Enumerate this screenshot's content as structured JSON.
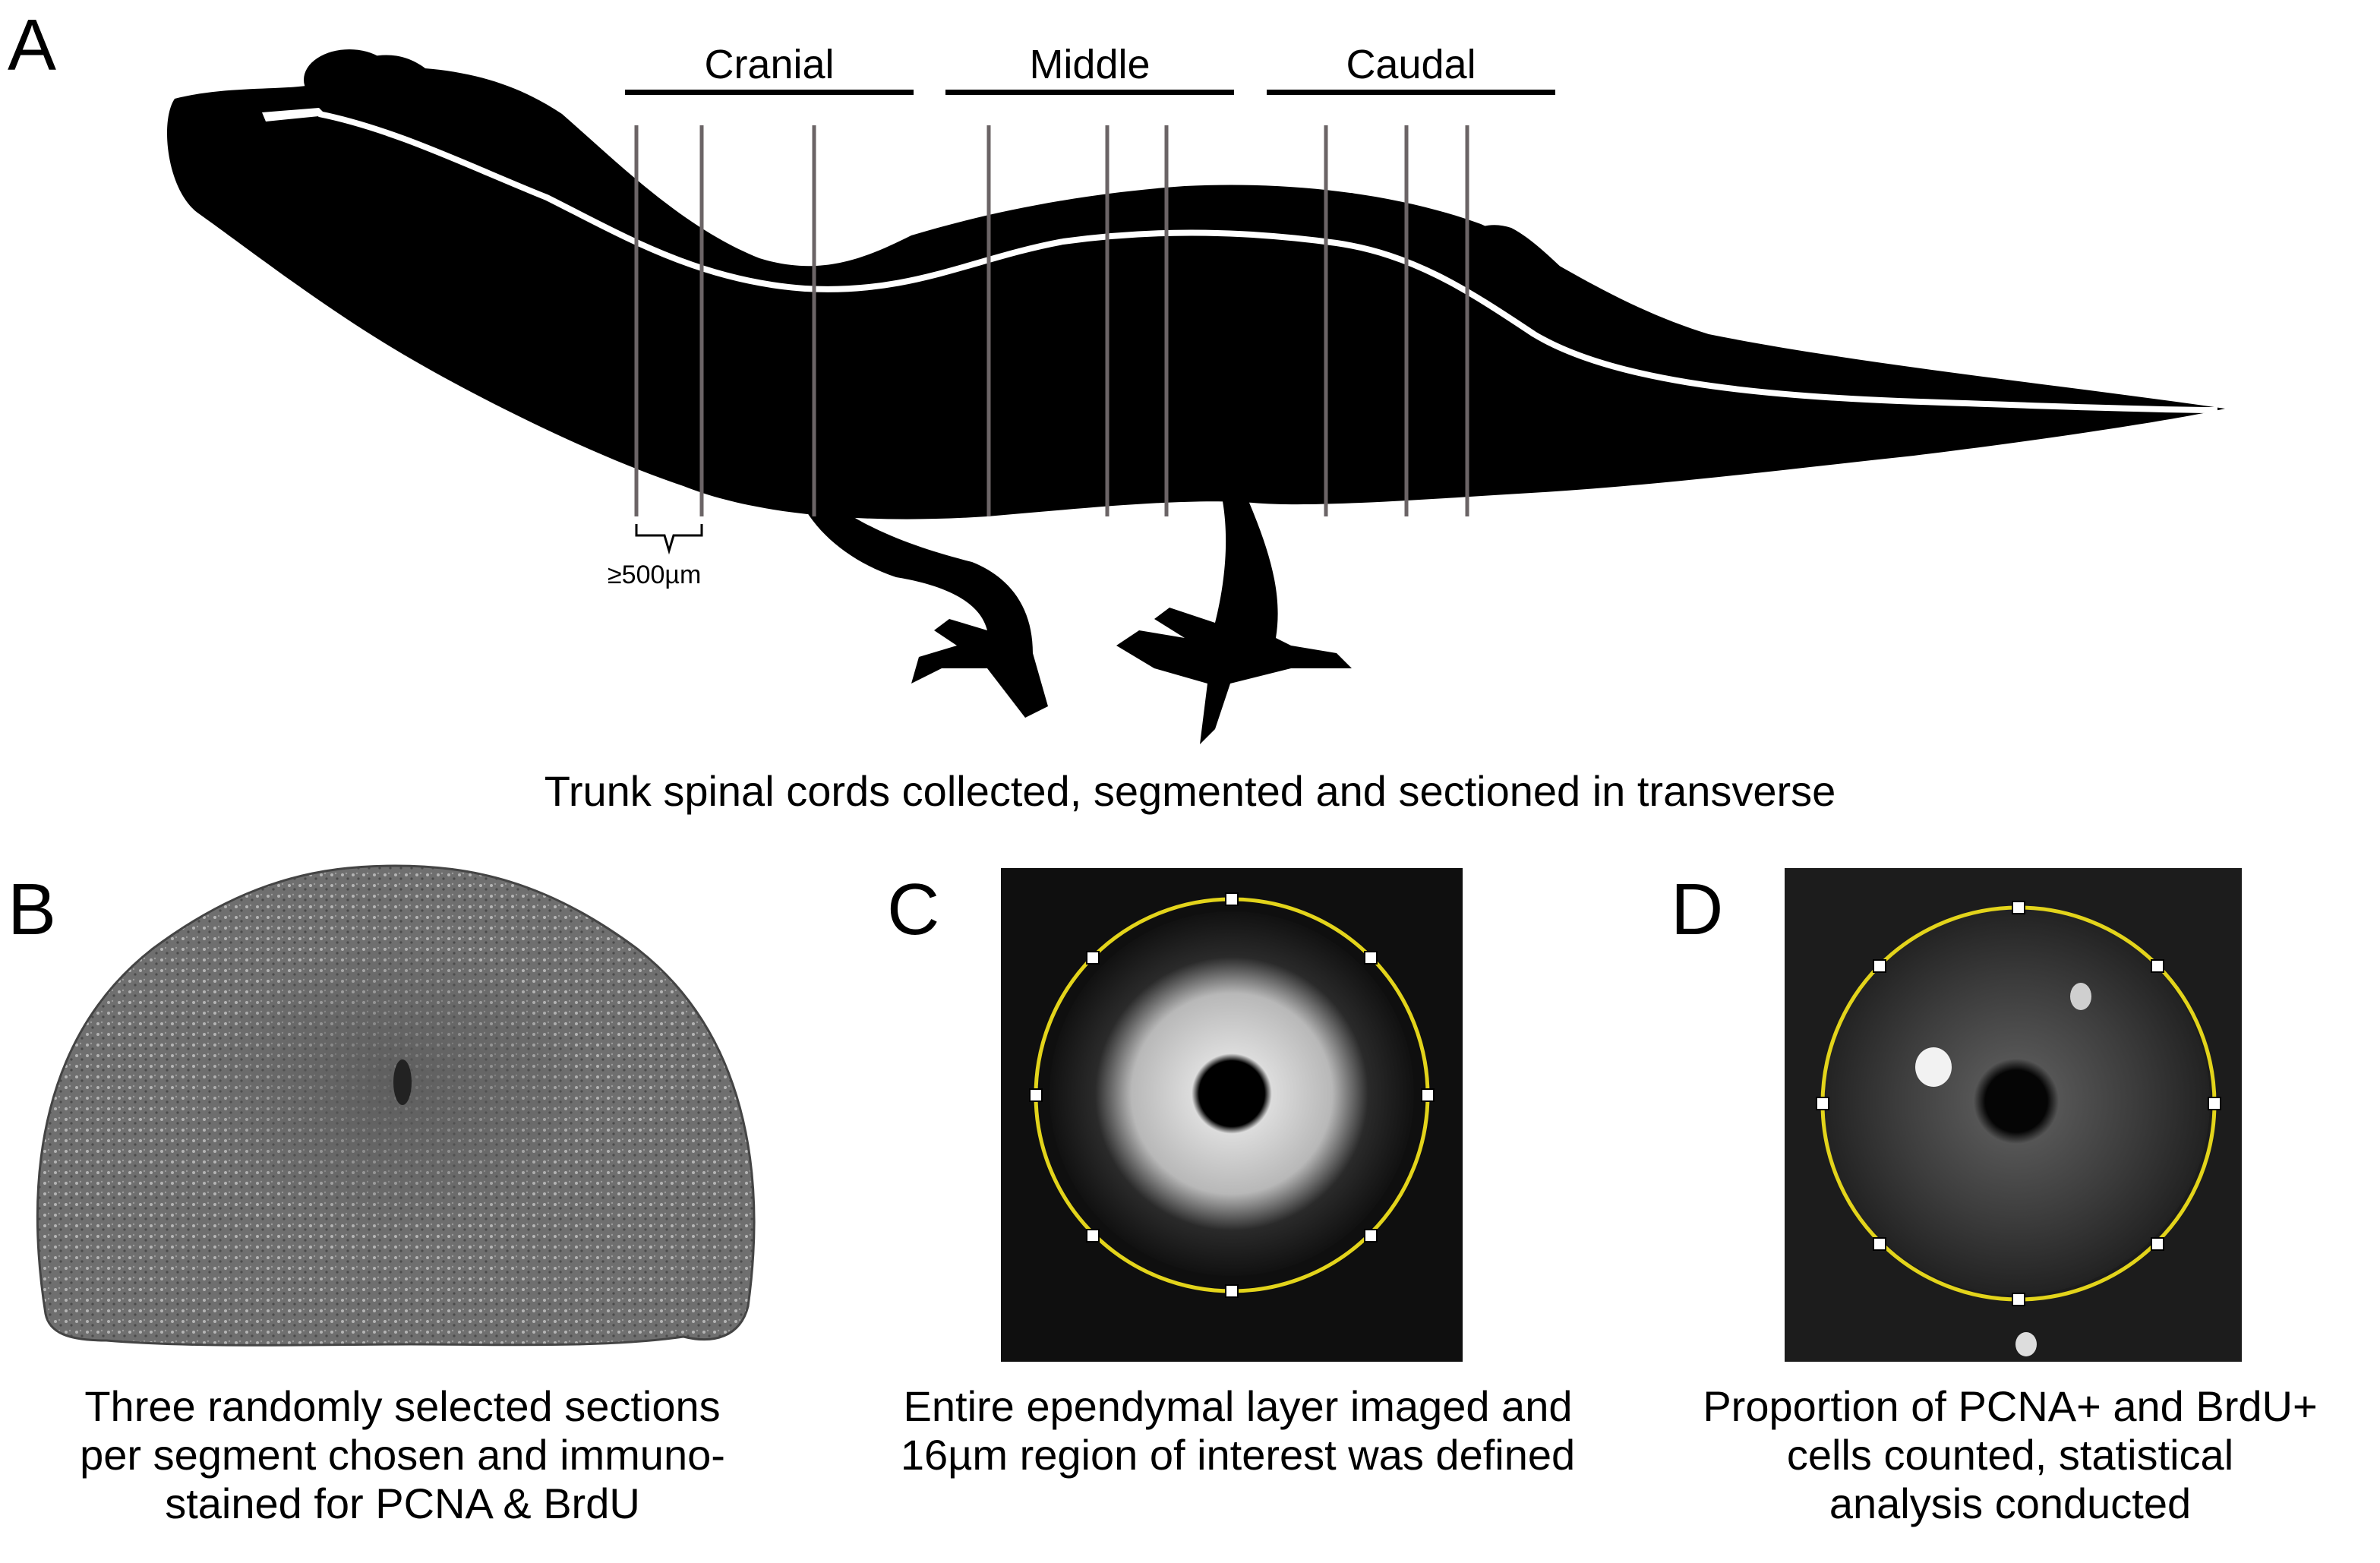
{
  "panels": {
    "a": {
      "letter": "A",
      "caption": "Trunk spinal cords collected, segmented and sectioned in transverse"
    },
    "b": {
      "letter": "B",
      "caption_lines": [
        "Three randomly selected sections",
        "per segment chosen and immuno-",
        "stained for PCNA & BrdU"
      ]
    },
    "c": {
      "letter": "C",
      "caption_lines": [
        "Entire ependymal layer imaged and",
        "16µm region of interest was defined"
      ]
    },
    "d": {
      "letter": "D",
      "caption_lines": [
        "Proportion of PCNA+ and BrdU+",
        "cells counted, statistical",
        "analysis conducted"
      ]
    }
  },
  "segments": [
    {
      "label": "Cranial"
    },
    {
      "label": "Middle"
    },
    {
      "label": "Caudal"
    }
  ],
  "scale_label": "≥500µm",
  "colors": {
    "silhouette": "#000000",
    "cut_lines": "#6b6466",
    "roi_circle": "#e3d41b",
    "tissue": "#8a8a8a"
  }
}
